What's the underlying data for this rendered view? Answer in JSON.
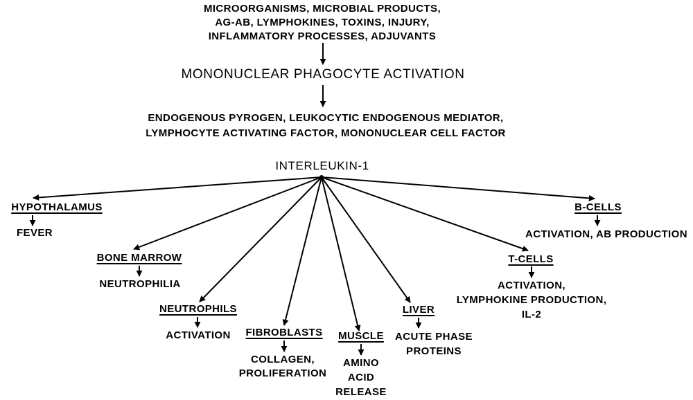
{
  "sources": {
    "line1": "MICROORGANISMS, MICROBIAL PRODUCTS,",
    "line2": "AG-AB, LYMPHOKINES, TOXINS, INJURY,",
    "line3": "INFLAMMATORY PROCESSES, ADJUVANTS"
  },
  "activation": "MONONUCLEAR PHAGOCYTE ACTIVATION",
  "synonyms": {
    "line1": "ENDOGENOUS PYROGEN, LEUKOCYTIC ENDOGENOUS MEDIATOR,",
    "line2": "LYMPHOCYTE  ACTIVATING FACTOR, MONONUCLEAR CELL FACTOR"
  },
  "hub": "INTERLEUKIN-1",
  "targets": [
    {
      "name": "HYPOTHALAMUS",
      "effect": [
        "FEVER"
      ]
    },
    {
      "name": "BONE MARROW",
      "effect": [
        "NEUTROPHILIA"
      ]
    },
    {
      "name": "NEUTROPHILS",
      "effect": [
        "ACTIVATION"
      ]
    },
    {
      "name": "FIBROBLASTS",
      "effect": [
        "COLLAGEN,",
        "PROLIFERATION"
      ]
    },
    {
      "name": "MUSCLE",
      "effect": [
        "AMINO",
        "ACID",
        "RELEASE"
      ]
    },
    {
      "name": "LIVER",
      "effect": [
        "ACUTE PHASE",
        "PROTEINS"
      ]
    },
    {
      "name": "T-CELLS",
      "effect": [
        "ACTIVATION,",
        "LYMPHOKINE PRODUCTION,",
        "IL-2"
      ]
    },
    {
      "name": "B-CELLS",
      "effect": [
        "ACTIVATION, AB PRODUCTION"
      ]
    }
  ]
}
